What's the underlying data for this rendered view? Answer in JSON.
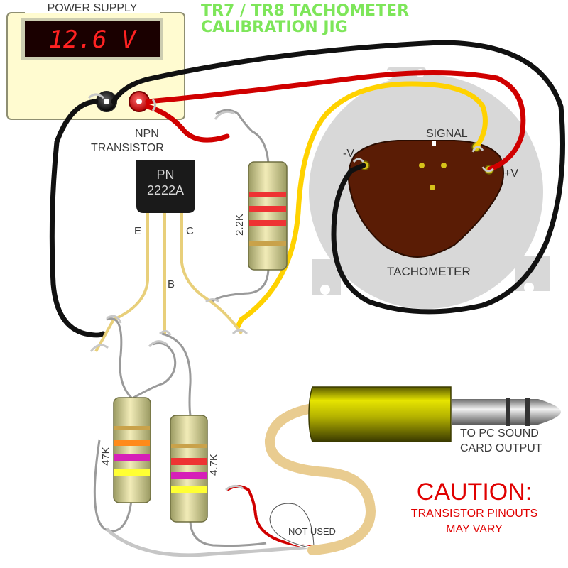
{
  "title": {
    "line1": "TR7 / TR8 TACHOMETER",
    "line2": "CALIBRATION JIG"
  },
  "power_supply": {
    "label": "POWER SUPPLY",
    "display": "12.6 V"
  },
  "transistor": {
    "heading_line1": "NPN",
    "heading_line2": "TRANSISTOR",
    "marking_line1": "PN",
    "marking_line2": "2222A",
    "pin_e": "E",
    "pin_b": "B",
    "pin_c": "C"
  },
  "resistors": {
    "r1": "2.2K",
    "r2": "47K",
    "r3": "4.7K"
  },
  "tachometer": {
    "name": "TACHOMETER",
    "signal": "SIGNAL",
    "neg": "-V",
    "pos": "+V"
  },
  "jack": {
    "line1": "TO PC SOUND",
    "line2": "CARD OUTPUT",
    "not_used": "NOT USED"
  },
  "caution": {
    "heading": "CAUTION:",
    "line1": "TRANSISTOR PINOUTS",
    "line2": "MAY VARY"
  },
  "colors": {
    "wire_black": "#111111",
    "wire_red": "#d00000",
    "wire_yellow": "#ffd200",
    "wire_gray": "#9a9a9a",
    "lead_tan": "#e8cf7a",
    "cable_tan": "#e9cc90",
    "title_green": "#7ee65a",
    "caution_red": "#e00000",
    "tach_body": "#5a1c05",
    "tach_housing": "#d8d8d8",
    "ps_case": "#fffbd0"
  }
}
